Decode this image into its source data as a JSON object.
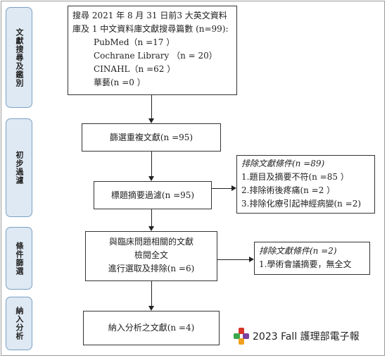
{
  "stages": [
    {
      "label": "文獻搜尋及鑑別"
    },
    {
      "label": "初步過濾"
    },
    {
      "label": "條件篩選"
    },
    {
      "label": "納入分析"
    }
  ],
  "search_box": {
    "lines": [
      "搜尋 2021 年 8 月 31 日前3 大英文資料",
      "庫及 1 中文資料庫文獻搜尋篇數 (n=99):",
      "PubMed（n =17 ）",
      "Cochrane Library （n = 20）",
      "CINAHL（n =62 ）",
      "華藝(n =0 ）"
    ]
  },
  "dedup_box": {
    "text": "篩選重複文獻(n =95)"
  },
  "title_box": {
    "text": "標題摘要過濾(n =95)"
  },
  "exclude1": {
    "title": "排除文獻條件(n =89)",
    "items": [
      "1.題目及摘要不符(n =85 ）",
      "2.排除術後疼痛(n =2 ）",
      "3.排除化療引起神經病變(n =2)"
    ]
  },
  "relevance_box": {
    "lines": [
      "與臨床問題相關的文獻",
      "檢閱全文",
      "進行選取及排除(n =6)"
    ]
  },
  "exclude2": {
    "title": "排除文獻條件(n =2)",
    "items": [
      "1.學術會議摘要，無全文"
    ]
  },
  "final_box": {
    "text": "納入分析之文獻(n =4)"
  },
  "logo": {
    "text": "2023 Fall 護理部電子報",
    "colors": {
      "red": "#d9342b",
      "green": "#3aa64a",
      "purple": "#7b3fa0",
      "orange": "#f0a020"
    }
  }
}
